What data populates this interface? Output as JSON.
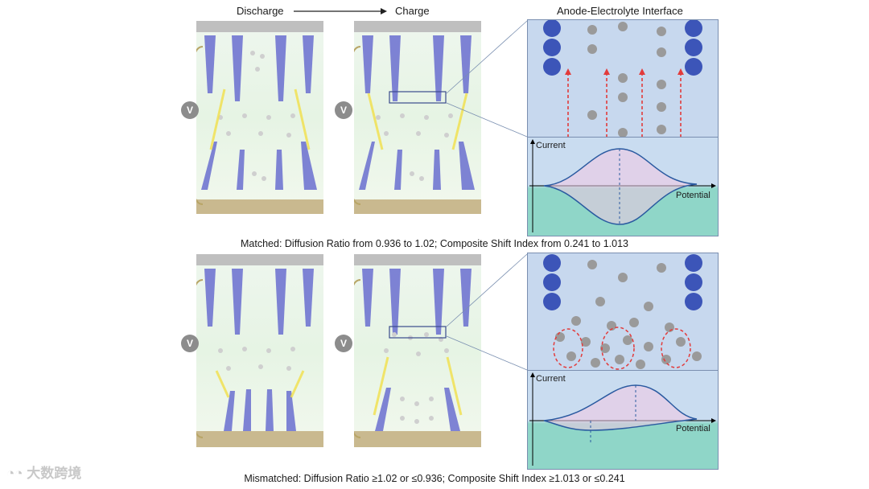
{
  "headers": {
    "discharge": "Discharge",
    "charge": "Charge",
    "interface": "Anode-Electrolyte Interface"
  },
  "voltage_label": "V",
  "plot_labels": {
    "current": "Current",
    "potential": "Potential"
  },
  "captions": {
    "matched": "Matched: Diffusion Ratio from 0.936 to 1.02; Composite Shift Index from 0.241 to 1.013",
    "mismatched": "Mismatched: Diffusion Ratio ≥1.02 or ≤0.936; Composite Shift Index ≥1.013 or ≤0.241"
  },
  "watermark": "大数跨境",
  "colors": {
    "lattice": "#5b5fc7",
    "arrow_yellow": "#f2e04a",
    "flux_red": "#e23b3b",
    "curve_blue": "#2a5aa0",
    "plot_top": "#c9dcf0",
    "plot_bottom": "#8fd6c8"
  }
}
